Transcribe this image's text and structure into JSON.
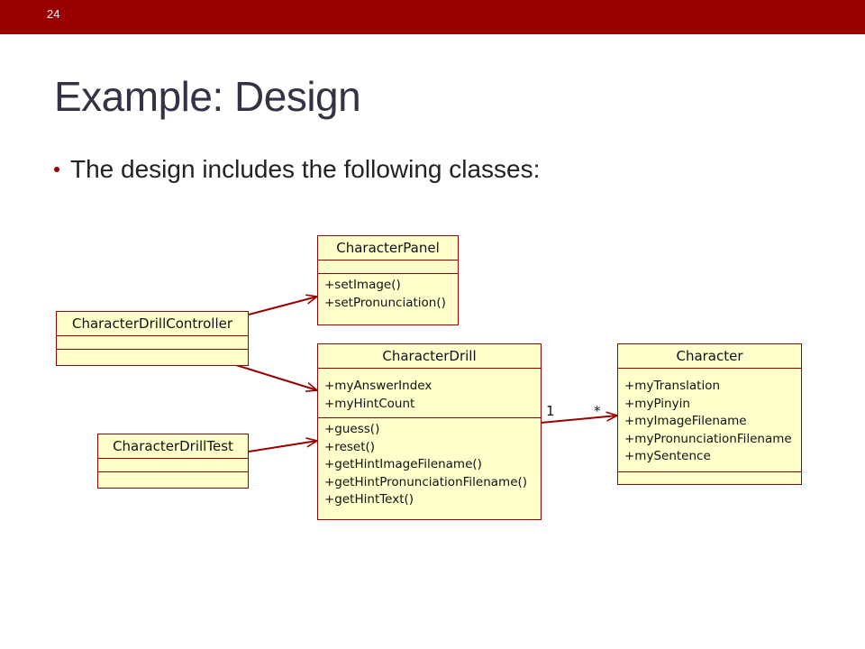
{
  "slide": {
    "number": "24",
    "title": "Example: Design",
    "bullet": "The design includes the following classes:"
  },
  "classes": {
    "character_panel": {
      "name": "CharacterPanel",
      "attributes": [],
      "operations": [
        "+setImage()",
        "+setPronunciation()"
      ]
    },
    "character_drill_controller": {
      "name": "CharacterDrillController",
      "attributes": [],
      "operations": []
    },
    "character_drill": {
      "name": "CharacterDrill",
      "attributes": [
        "+myAnswerIndex",
        "+myHintCount"
      ],
      "operations": [
        "+guess()",
        "+reset()",
        "+getHintImageFilename()",
        "+getHintPronunciationFilename()",
        "+getHintText()"
      ]
    },
    "character_drill_test": {
      "name": "CharacterDrillTest",
      "attributes": [],
      "operations": []
    },
    "character": {
      "name": "Character",
      "attributes": [
        "+myTranslation",
        "+myPinyin",
        "+myImageFilename",
        "+myPronunciationFilename",
        "+mySentence"
      ],
      "operations": []
    }
  },
  "associations": {
    "drill_to_character": {
      "source_multiplicity": "1",
      "target_multiplicity": "*"
    }
  },
  "colors": {
    "accent": "#990000",
    "class_fill": "#ffffcc",
    "title": "#333345"
  }
}
